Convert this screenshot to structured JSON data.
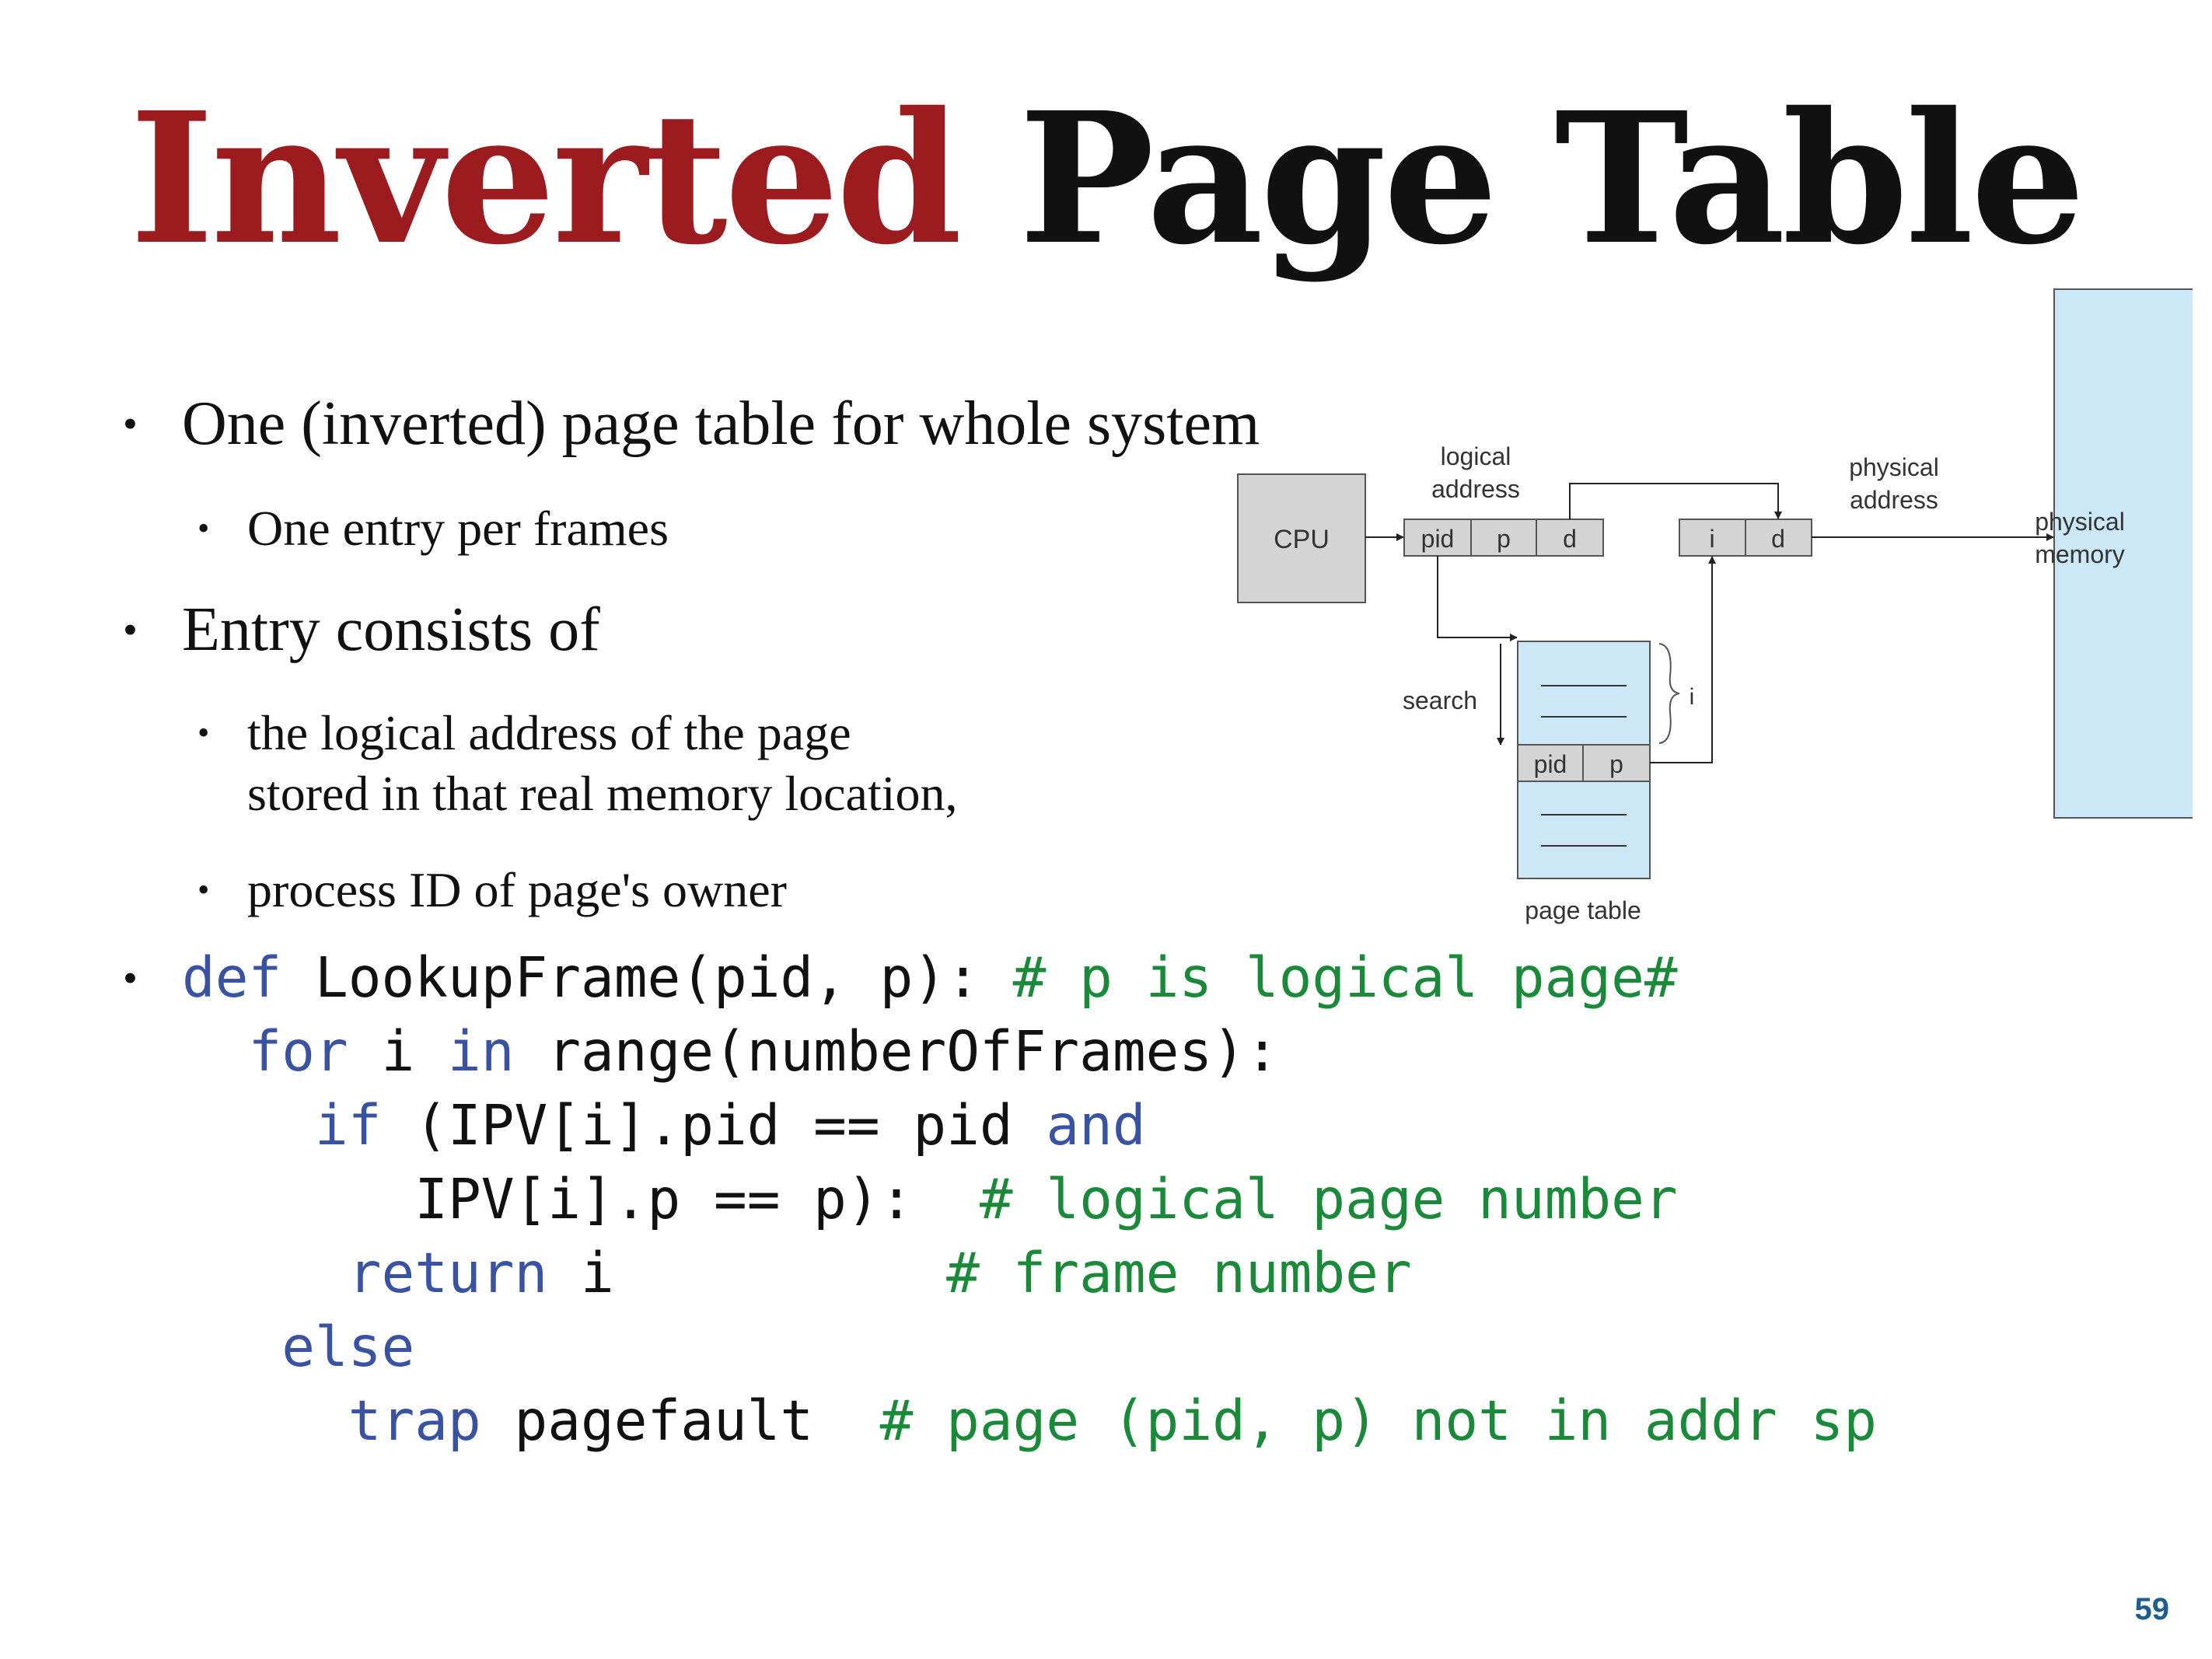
{
  "title": {
    "accent": "Inverted",
    "main": "Page Table"
  },
  "bullets": {
    "b1": "One (inverted) page table for whole system",
    "b1_sub1": "One entry per frames",
    "b2": "Entry consists of",
    "b2_sub1_line1": "the logical address of the page",
    "b2_sub1_line2": "stored in that real memory location,",
    "b2_sub2": "process ID of page's owner"
  },
  "code": {
    "l1_kw": "def",
    "l1_txt": " LookupFrame(pid, p): ",
    "l1_cm": "# p is logical page#",
    "l2_kw1": "for",
    "l2_txt1": " i ",
    "l2_kw2": "in",
    "l2_txt2": " range(numberOfFrames):",
    "l3_kw1": "if",
    "l3_txt1": " (IPV[i].pid == pid ",
    "l3_kw2": "and",
    "l4_txt": "IPV[i].p == p):  ",
    "l4_cm": "# logical page number",
    "l5_kw": "return",
    "l5_txt": " i          ",
    "l5_cm": "# frame number",
    "l6_kw": "else",
    "l7_kw": "trap",
    "l7_txt": " pagefault  ",
    "l7_cm": "# page (pid, p) not in addr sp"
  },
  "diagram": {
    "cpu": "CPU",
    "logical_address": [
      "logical",
      "address"
    ],
    "fields": [
      "pid",
      "p",
      "d"
    ],
    "physical_fields": [
      "i",
      "d"
    ],
    "physical_address": [
      "physical",
      "address"
    ],
    "physical_memory": [
      "physical",
      "memory"
    ],
    "search": "search",
    "index": "i",
    "entry_fields": [
      "pid",
      "p"
    ],
    "page_table": "page table"
  },
  "page_number": "59",
  "colors": {
    "title_accent": "#9b1b1f",
    "keyword": "#3a52a3",
    "comment": "#1a8a3a",
    "light_blue": "#cce8f6",
    "cpu_gray": "#d4d4d4"
  }
}
